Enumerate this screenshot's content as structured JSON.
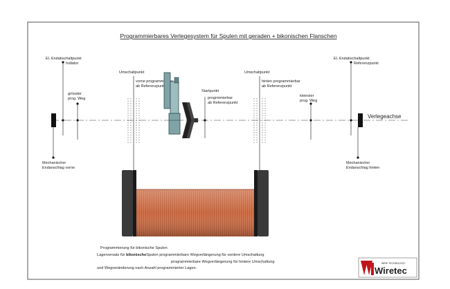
{
  "title": "Programmierbares Verlegesystem für Spulen mit geraden + bikonischen Flanschen",
  "axis_label": "Verlegeachse",
  "labels": {
    "el_end_left_1": "El. Endabschaltpunkt",
    "el_end_left_2": "Indiator",
    "greatest_1": "grösster",
    "greatest_2": "prog. Weg",
    "umschalt_left": "Umschaltpunkt",
    "front_prog_1": "vorne programmierbar",
    "front_prog_2": "ab Referenzpunkt",
    "start_1": "Startpunkt",
    "start_2": "progrmmierbar",
    "start_3": "ab Referenzpunkt",
    "umschalt_right": "Umschaltpunkt",
    "rear_prog_1": "hinten programmierbar",
    "rear_prog_2": "ab Referenzpunkt",
    "smallest_1": "kleinster",
    "smallest_2": "prog. Weg",
    "el_end_right_1": "El. Endabschaltpunkt",
    "el_end_right_2": "Referenzpunkt",
    "mech_front_1": "Mechanischer",
    "mech_front_2": "Endanschlag vorne",
    "mech_rear_1": "Mechanischer",
    "mech_rear_2": "Endanschlag hinten"
  },
  "description": {
    "line1": "Programmierung für bikonische Spulen",
    "line2_a": "Lagerversatz für ",
    "line2_b": "bikonische",
    "line2_c": "Spulen programmierbare Wegverlängerung für vordere Umschaltung",
    "line3": "programmierbare Wegverlängerung für hintere Umschaltung",
    "line4": "und Wegveränderung nach Anzahl programmierter Lagen."
  },
  "logo": {
    "tagline": "WIRE TECHNOLOGY",
    "name": "Wiretec"
  },
  "colors": {
    "coil": "#c8693f",
    "coil_dark": "#8e3e1f",
    "flange": "#3a3a3a",
    "traverse": "#7fa3a6",
    "logo_red": "#c0161b"
  }
}
